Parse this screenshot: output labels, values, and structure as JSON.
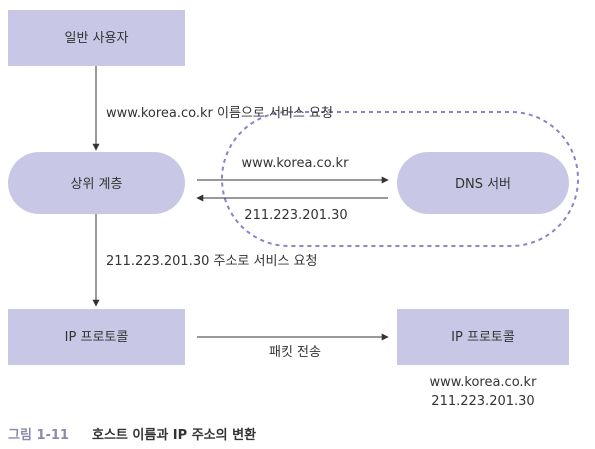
{
  "nodes": {
    "user": "일반 사용자",
    "upper_layer": "상위 계층",
    "dns_server": "DNS 서버",
    "ip_left": "IP 프로토콜",
    "ip_right": "IP 프로토콜"
  },
  "labels": {
    "request_by_name": "www.korea.co.kr 이름으로 서비스 요청",
    "dns_query": "www.korea.co.kr",
    "dns_reply": "211.223.201.30",
    "request_by_ip": "211.223.201.30 주소로 서비스 요청",
    "packet_transfer": "패킷 전송",
    "dest_host": "www.korea.co.kr",
    "dest_ip": "211.223.201.30"
  },
  "caption": {
    "number": "그림 1-11",
    "title": "호스트 이름과 IP 주소의 변환"
  },
  "colors": {
    "node_fill": "#c8c8e6",
    "dashed_outline": "#8c82c8",
    "arrow": "#333333",
    "caption_number": "#8a8ab0"
  }
}
